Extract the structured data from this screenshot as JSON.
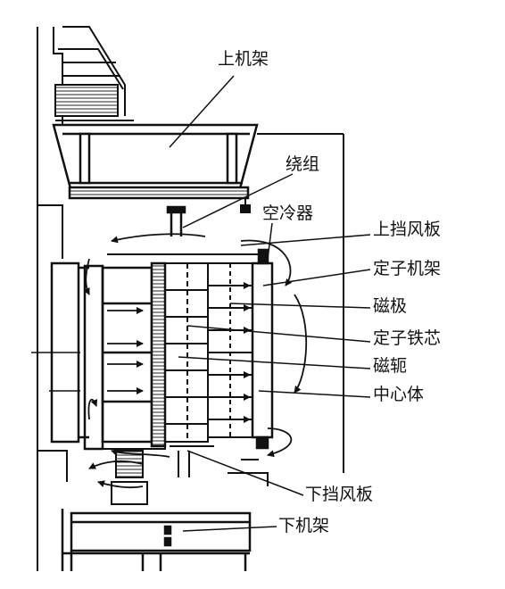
{
  "diagram": {
    "labels": {
      "upper_frame": "上机架",
      "winding": "绕组",
      "air_cooler": "空冷器",
      "upper_baffle": "上挡风板",
      "stator_frame": "定子机架",
      "magnetic_pole": "磁极",
      "stator_core": "定子铁芯",
      "rotor_yoke": "磁轭",
      "center_body": "中心体",
      "lower_baffle": "下挡风板",
      "lower_frame": "下机架"
    }
  }
}
